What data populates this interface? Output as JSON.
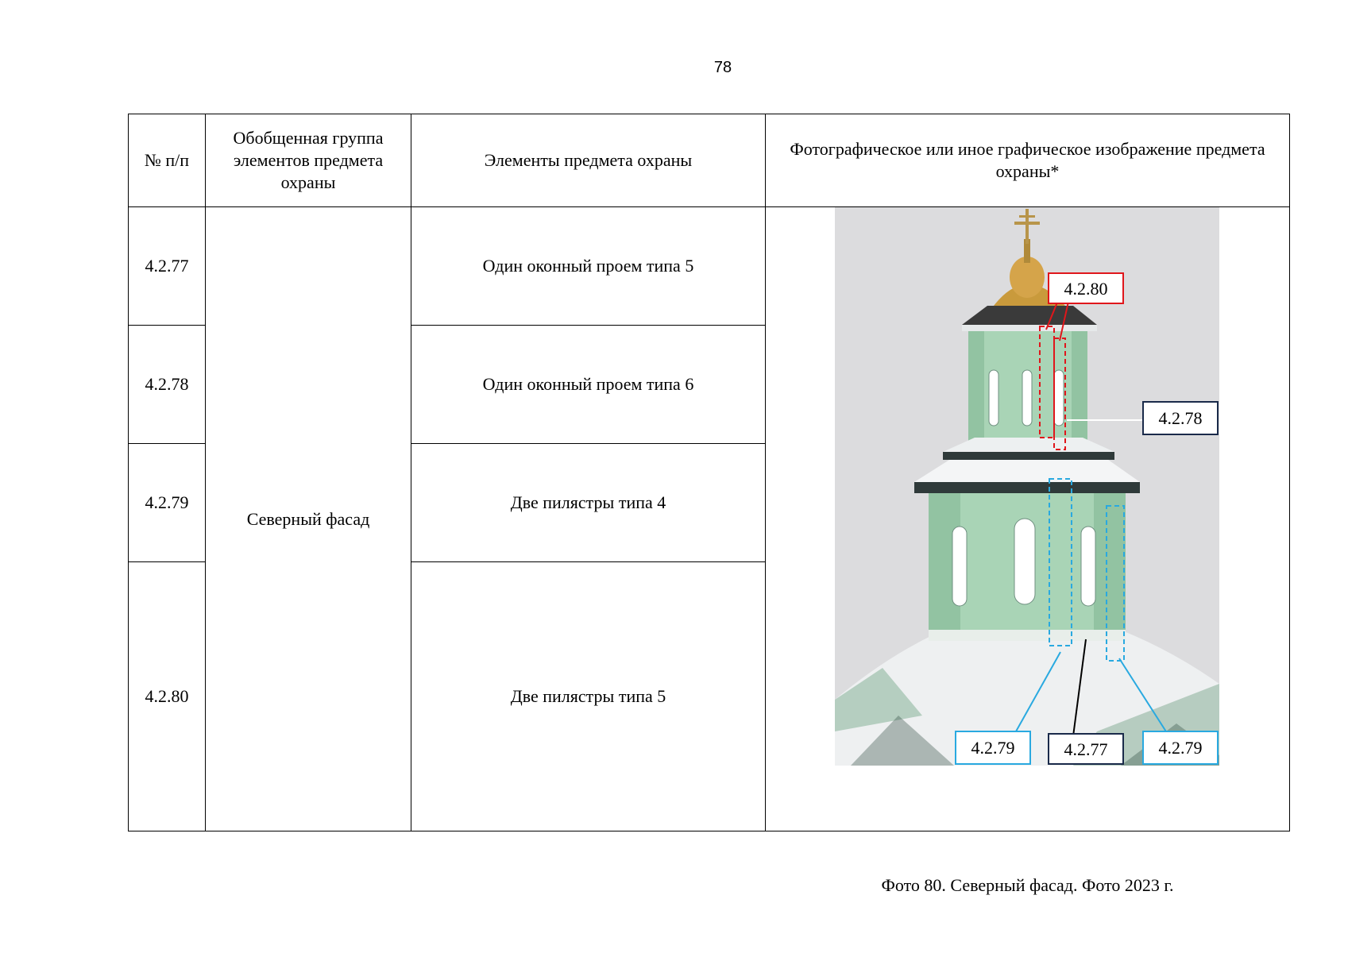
{
  "page_number": "78",
  "table": {
    "headers": [
      "№ п/п",
      "Обобщенная группа элементов предмета охраны",
      "Элементы предмета охраны",
      "Фотографическое или иное графическое изображение предмета охраны*"
    ],
    "group": "Северный фасад",
    "rows": [
      {
        "num": "4.2.77",
        "element": "Один оконный проем типа 5"
      },
      {
        "num": "4.2.78",
        "element": "Один оконный проем типа 6"
      },
      {
        "num": "4.2.79",
        "element": "Две пилястры типа 4"
      },
      {
        "num": "4.2.80",
        "element": "Две пилястры типа 5"
      }
    ]
  },
  "photo": {
    "caption": "Фото 80. Северный фасад. Фото 2023 г.",
    "callouts": {
      "c_4280": "4.2.80",
      "c_4278": "4.2.78",
      "c_4279_left": "4.2.79",
      "c_4277": "4.2.77",
      "c_4279_right": "4.2.79"
    },
    "colors": {
      "red": "#e0161b",
      "blue": "#29a9e0",
      "navy": "#1a2a4a",
      "sky": "#dcdcde",
      "walls": "#a9d4b6",
      "snow": "#f2f3f4",
      "gold": "#c99a3c"
    }
  }
}
